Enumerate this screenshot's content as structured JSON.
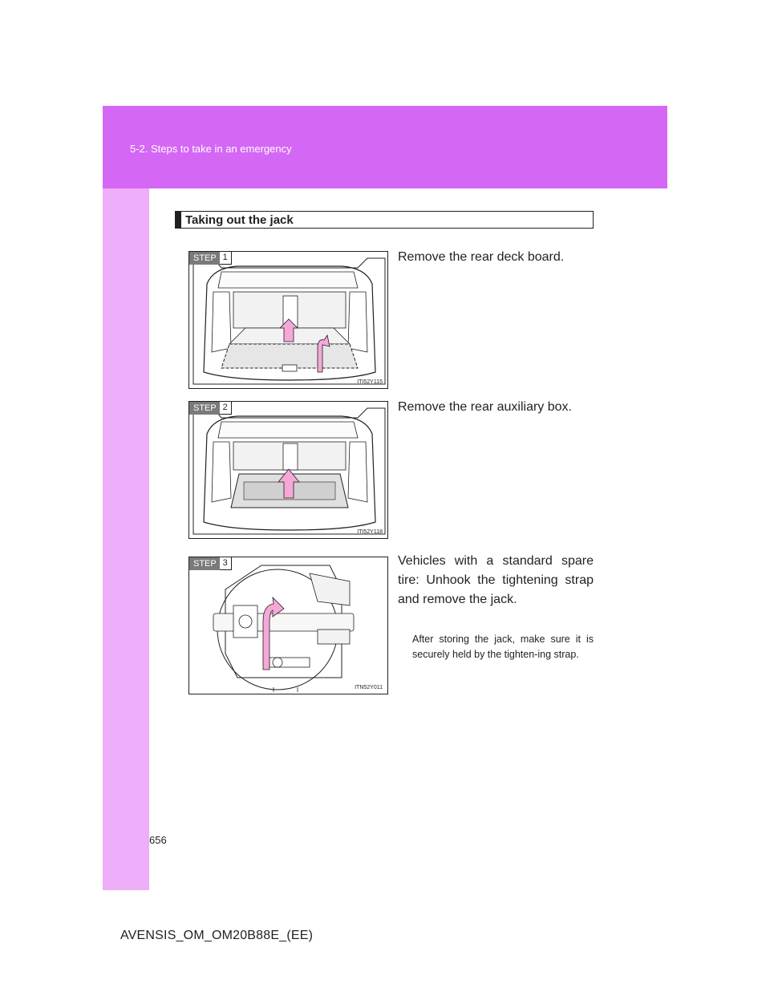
{
  "header": {
    "section": "5-2. Steps to take in an emergency"
  },
  "heading": "Taking out the jack",
  "steps": [
    {
      "label": "STEP",
      "number": "1",
      "figure_code": "ITI52Y115",
      "text": "Remove the rear deck board."
    },
    {
      "label": "STEP",
      "number": "2",
      "figure_code": "ITI52Y118",
      "text": "Remove the rear auxiliary box."
    },
    {
      "label": "STEP",
      "number": "3",
      "figure_code": "ITN52Y011",
      "text": "Vehicles with a standard spare tire: Unhook the tightening strap and remove the jack.",
      "note": "After storing the jack, make sure it is securely held by the tighten-ing strap."
    }
  ],
  "colors": {
    "band_dark": "#d567f5",
    "band_light": "#efaef9",
    "arrow": "#f5a8d8"
  },
  "page_number": "656",
  "footer": "AVENSIS_OM_OM20B88E_(EE)"
}
